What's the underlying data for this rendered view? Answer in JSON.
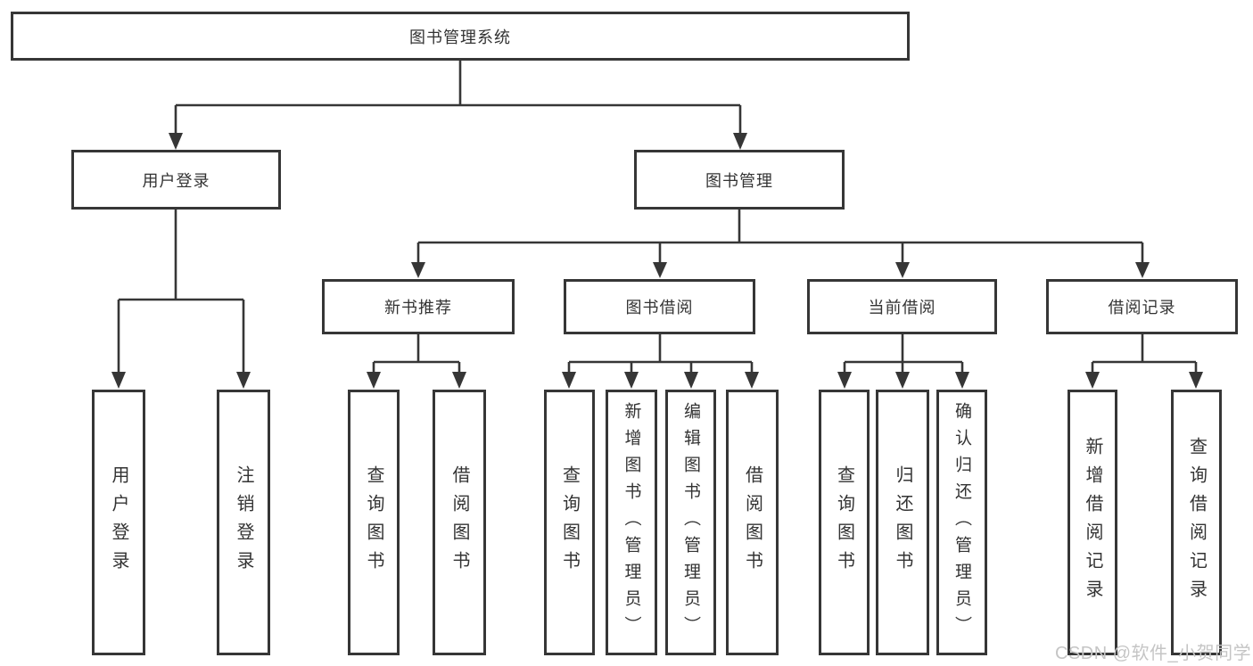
{
  "page": {
    "watermark": "CSDN @软件_小贺同学"
  },
  "colors": {
    "line": "#363636",
    "text": "#333333",
    "watermark": "#c5c5c5",
    "background": "#ffffff"
  },
  "tree": {
    "root_label": "图书管理系统",
    "branches": [
      {
        "label": "用户登录",
        "leaves": [
          {
            "label": "用户登录"
          },
          {
            "label": "注销登录"
          }
        ]
      },
      {
        "label": "图书管理",
        "groups": [
          {
            "label": "新书推荐",
            "leaves": [
              {
                "label": "查询图书"
              },
              {
                "label": "借阅图书"
              }
            ]
          },
          {
            "label": "图书借阅",
            "leaves": [
              {
                "label": "查询图书"
              },
              {
                "label": "新增图书（管理员）"
              },
              {
                "label": "编辑图书（管理员）"
              },
              {
                "label": "借阅图书"
              }
            ]
          },
          {
            "label": "当前借阅",
            "leaves": [
              {
                "label": "查询图书"
              },
              {
                "label": "归还图书"
              },
              {
                "label": "确认归还（管理员）"
              }
            ]
          },
          {
            "label": "借阅记录",
            "leaves": [
              {
                "label": "新增借阅记录"
              },
              {
                "label": "查询借阅记录"
              }
            ]
          }
        ]
      }
    ]
  }
}
